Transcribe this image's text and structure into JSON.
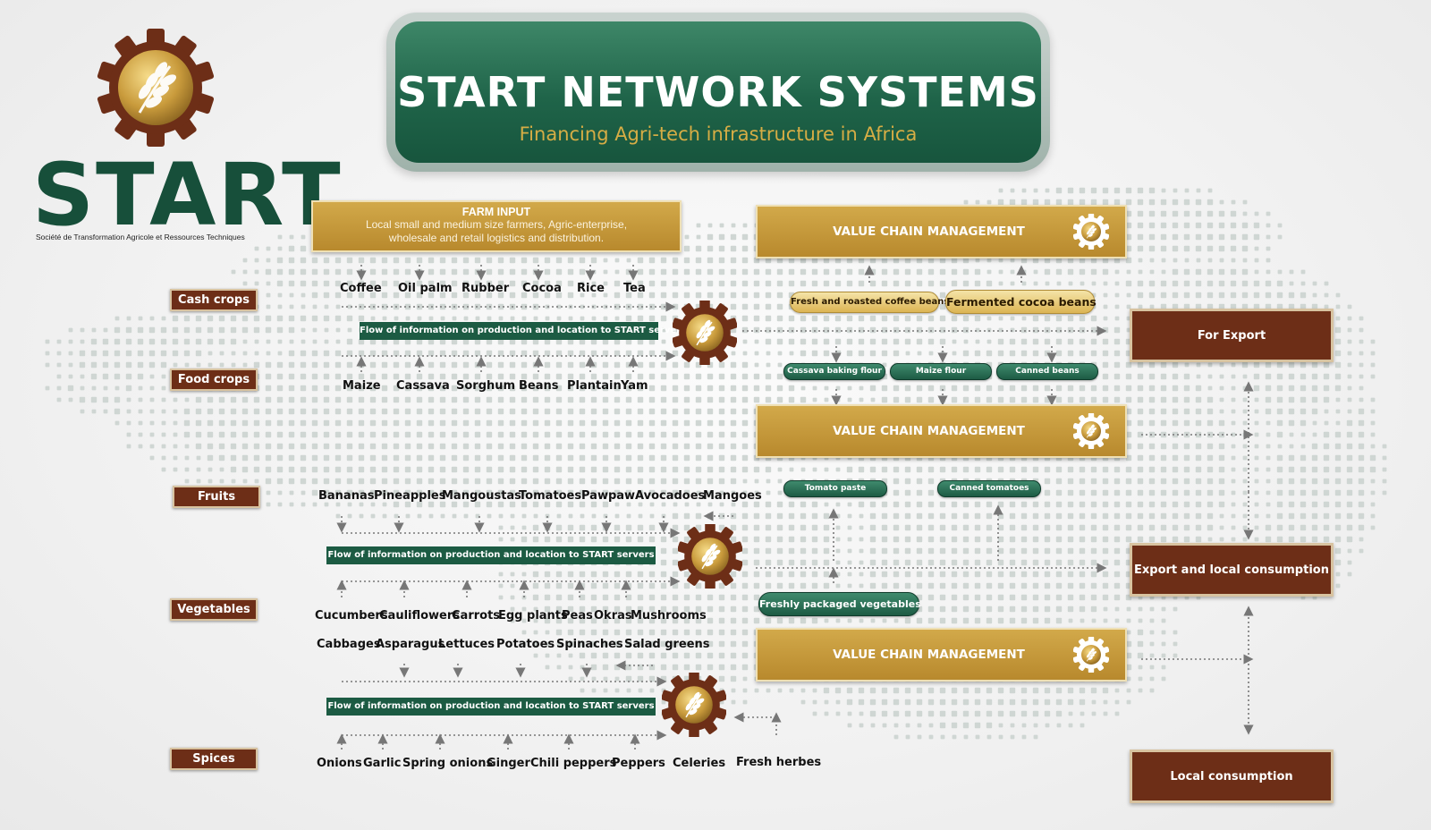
{
  "logo": {
    "word": "START",
    "tagline": "Société de Transformation Agricole et Ressources Techniques"
  },
  "header": {
    "title": "START NETWORK SYSTEMS",
    "subtitle": "Financing Agri-tech  infrastructure in Africa"
  },
  "farm_input": {
    "title": "FARM INPUT",
    "description_line1": "Local small and medium size farmers, Agric-enterprise,",
    "description_line2": "wholesale and retail logistics and distribution."
  },
  "categories": {
    "cash_crops": "Cash crops",
    "food_crops": "Food crops",
    "fruits": "Fruits",
    "vegetables": "Vegetables",
    "spices": "Spices"
  },
  "cash_crops": [
    "Coffee",
    "Oil palm",
    "Rubber",
    "Cocoa",
    "Rice",
    "Tea"
  ],
  "food_crops": [
    "Maize",
    "Cassava",
    "Sorghum",
    "Beans",
    "Plantain",
    "Yam"
  ],
  "fruits": [
    "Bananas",
    "Pineapples",
    "Mangoustas",
    "Tomatoes",
    "Pawpaw",
    "Avocadoes",
    "Mangoes"
  ],
  "vegetables_row1": [
    "Cucumbers",
    "Cauliflowers",
    "Carrots",
    "Egg plants",
    "Peas",
    "Okras",
    "Mushrooms"
  ],
  "vegetables_row2": [
    "Cabbages",
    "Asparagus",
    "Lettuces",
    "Potatoes",
    "Spinaches",
    "Salad greens"
  ],
  "spices": [
    "Onions",
    "Garlic",
    "Spring onions",
    "Ginger",
    "Chili peppers",
    "Peppers",
    "Celeries",
    "Fresh herbes"
  ],
  "flow_info": {
    "bar1": "Flow of information on production and location to START servers",
    "bar2": "Flow of information on production and location to START servers",
    "bar3": "Flow of information on production and location to START servers"
  },
  "value_chain": {
    "box1": "VALUE CHAIN MANAGEMENT",
    "box2": "VALUE CHAIN MANAGEMENT",
    "box3": "VALUE CHAIN MANAGEMENT"
  },
  "products": {
    "coffee": "Fresh and roasted coffee beans",
    "cocoa": "Fermented cocoa beans",
    "cassava": "Cassava baking flour",
    "maize": "Maize flour",
    "beans": "Canned beans",
    "tomato_paste": "Tomato paste",
    "canned_tomatoes": "Canned tomatoes",
    "vegetables": "Freshly packaged vegetables"
  },
  "destinations": {
    "export": "For Export",
    "export_local": "Export and local consumption",
    "local": "Local consumption"
  },
  "colors": {
    "dark_green": "#1c5b43",
    "gold": "#c99b3c",
    "brown": "#6d2e17",
    "map_dot": "#cfd6d3"
  },
  "icons": [
    "gear-wheat-icon",
    "arrow-icon"
  ]
}
